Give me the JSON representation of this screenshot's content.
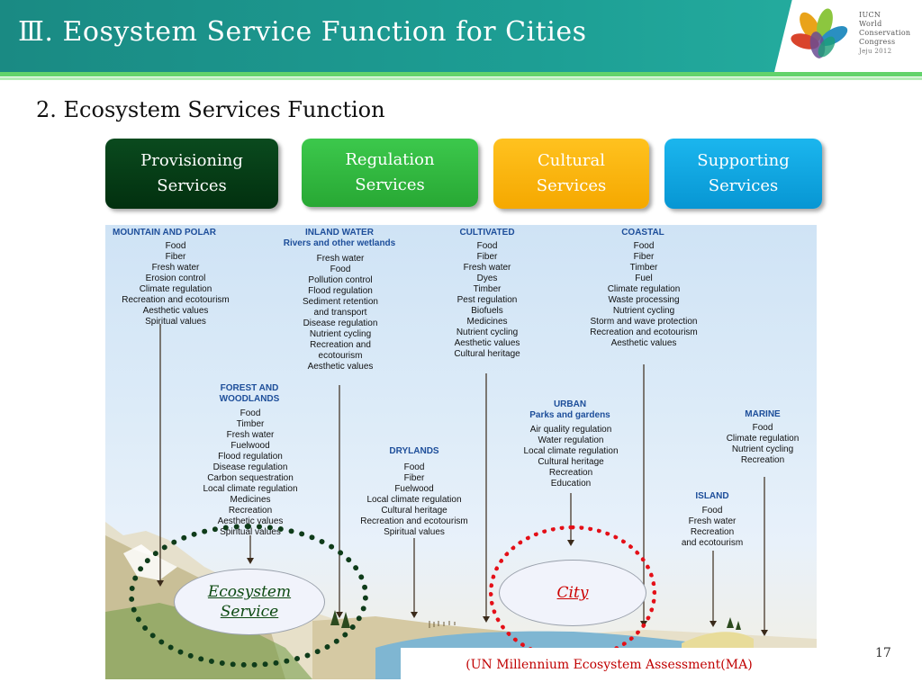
{
  "header": {
    "title": "Ⅲ. Eosystem Service Function for Cities",
    "logo": {
      "line1": "IUCN",
      "line2": "World",
      "line3": "Conservation",
      "line4": "Congress",
      "line5": "Jeju 2012"
    }
  },
  "subtitle": "2. Ecosystem Services Function",
  "services": [
    {
      "line1": "Provisioning",
      "line2": "Services",
      "color": "#063b17"
    },
    {
      "line1": "Regulation",
      "line2": "Services",
      "color": "#33b944"
    },
    {
      "line1": "Cultural",
      "line2": "Services",
      "color": "#fbb50d"
    },
    {
      "line1": "Supporting",
      "line2": "Services",
      "color": "#109fdf"
    }
  ],
  "ecosystems": {
    "mountain": {
      "title": "MOUNTAIN AND POLAR",
      "items": [
        "Food",
        "Fiber",
        "Fresh water",
        "Erosion control",
        "Climate regulation",
        "Recreation and ecotourism",
        "Aesthetic values",
        "Spiritual values"
      ]
    },
    "inland": {
      "title": "INLAND WATER",
      "subtitle": "Rivers and other wetlands",
      "items": [
        "Fresh water",
        "Food",
        "Pollution control",
        "Flood regulation",
        "Sediment retention",
        "and transport",
        "Disease regulation",
        "Nutrient cycling",
        "Recreation and",
        "ecotourism",
        "Aesthetic values"
      ]
    },
    "cultivated": {
      "title": "CULTIVATED",
      "items": [
        "Food",
        "Fiber",
        "Fresh water",
        "Dyes",
        "Timber",
        "Pest regulation",
        "Biofuels",
        "Medicines",
        "Nutrient cycling",
        "Aesthetic values",
        "Cultural heritage"
      ]
    },
    "coastal": {
      "title": "COASTAL",
      "items": [
        "Food",
        "Fiber",
        "Timber",
        "Fuel",
        "Climate regulation",
        "Waste processing",
        "Nutrient cycling",
        "Storm and wave protection",
        "Recreation and ecotourism",
        "Aesthetic values"
      ]
    },
    "forest": {
      "title1": "FOREST AND",
      "title2": "WOODLANDS",
      "items": [
        "Food",
        "Timber",
        "Fresh water",
        "Fuelwood",
        "Flood regulation",
        "Disease regulation",
        "Carbon sequestration",
        "Local climate regulation",
        "Medicines",
        "Recreation",
        "Aesthetic values",
        "Spiritual values"
      ]
    },
    "urban": {
      "title": "URBAN",
      "subtitle": "Parks and gardens",
      "items": [
        "Air quality regulation",
        "Water regulation",
        "Local climate regulation",
        "Cultural heritage",
        "Recreation",
        "Education"
      ]
    },
    "drylands": {
      "title": "DRYLANDS",
      "items": [
        "Food",
        "Fiber",
        "Fuelwood",
        "Local climate regulation",
        "Cultural heritage",
        "Recreation and ecotourism",
        "Spiritual values"
      ]
    },
    "marine": {
      "title": "MARINE",
      "items": [
        "Food",
        "Climate regulation",
        "Nutrient cycling",
        "Recreation"
      ]
    },
    "island": {
      "title": "ISLAND",
      "items": [
        "Food",
        "Fresh water",
        "Recreation",
        "and ecotourism"
      ]
    }
  },
  "highlights": {
    "ecosystem": {
      "line1": "Ecosystem",
      "line2": "Service"
    },
    "city": "City"
  },
  "source": "(UN Millennium Ecosystem Assessment(MA)",
  "page_number": "17"
}
